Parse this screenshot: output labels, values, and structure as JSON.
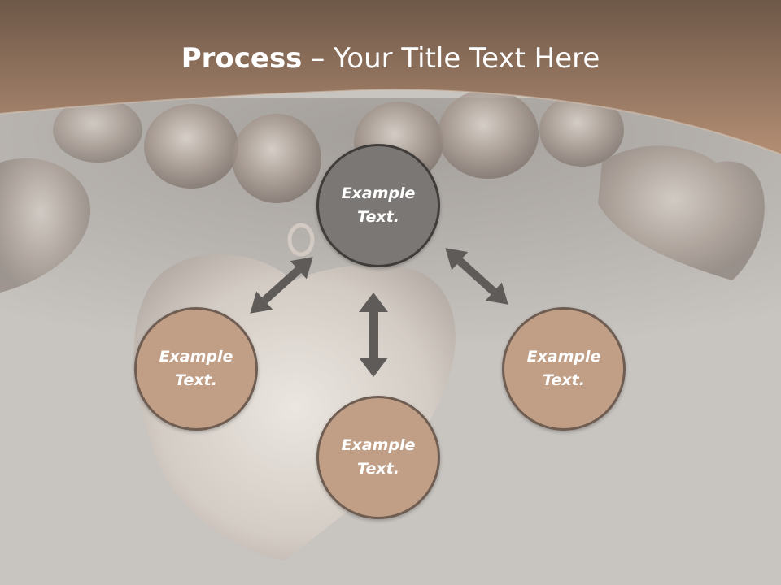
{
  "title": {
    "bold": "Process",
    "rest": " – Your Title Text Here"
  },
  "nodes": {
    "center": "Example Text.",
    "left": "Example Text.",
    "bottom": "Example Text.",
    "right": "Example Text."
  },
  "colors": {
    "header": "#8f705e",
    "background": "#c8c4c0",
    "center_node": "#7b7775",
    "outer_node": "#c09f86",
    "node_border": "#6f5d52",
    "arrow": "#5e5b59"
  },
  "icons": {
    "arrow": "double-headed-arrow"
  }
}
